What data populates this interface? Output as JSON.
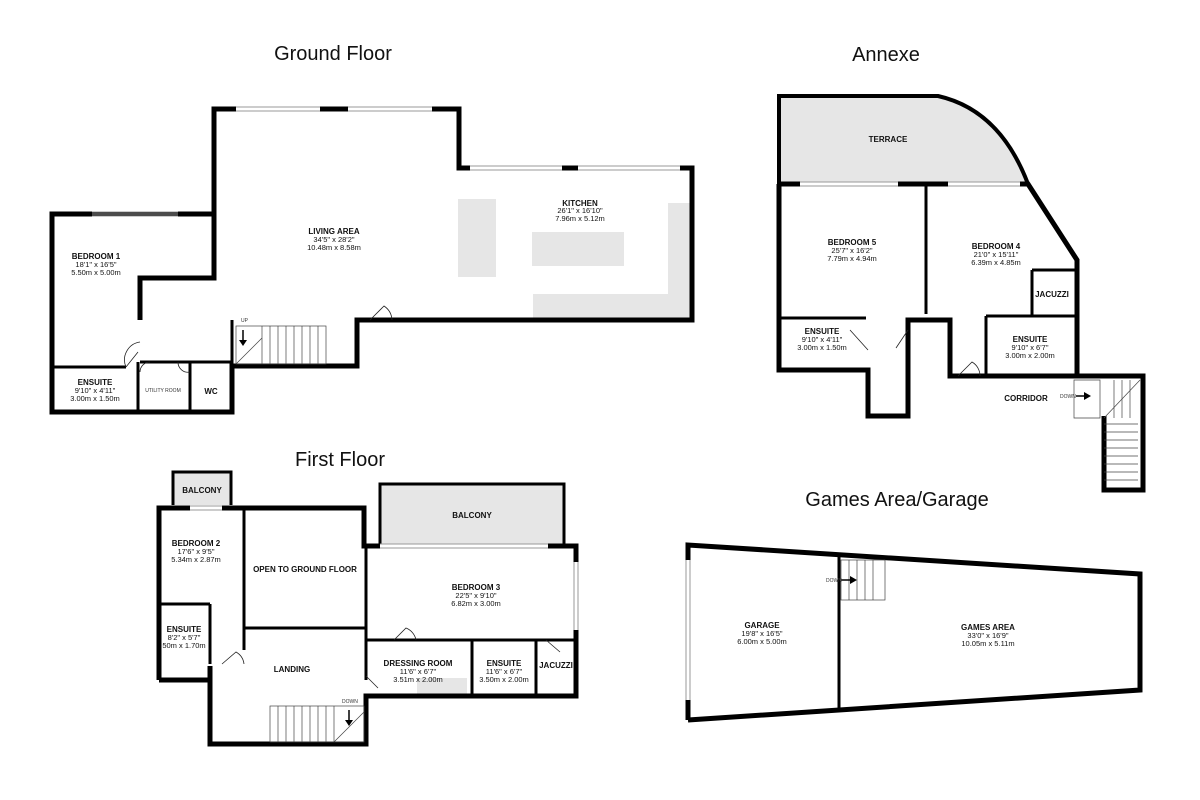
{
  "sections": {
    "ground": "Ground Floor",
    "annexe": "Annexe",
    "first": "First Floor",
    "games": "Games Area/Garage"
  },
  "rooms": {
    "bedroom1": {
      "name": "BEDROOM 1",
      "imperial": "18'1\"  x 16'5\"",
      "metric": "5.50m  x 5.00m"
    },
    "living": {
      "name": "LIVING AREA",
      "imperial": "34'5\"  x 28'2\"",
      "metric": "10.48m  x 8.58m"
    },
    "kitchen": {
      "name": "KITCHEN",
      "imperial": "26'1\"  x 16'10\"",
      "metric": "7.96m  x 5.12m"
    },
    "ensuite_g": {
      "name": "ENSUITE",
      "imperial": "9'10\"  x 4'11\"",
      "metric": "3.00m  x 1.50m"
    },
    "utility": {
      "name": "UTILITY ROOM"
    },
    "wc": {
      "name": "WC"
    },
    "terrace": {
      "name": "TERRACE"
    },
    "bedroom5": {
      "name": "BEDROOM 5",
      "imperial": "25'7\"  x 16'2\"",
      "metric": "7.79m  x 4.94m"
    },
    "bedroom4": {
      "name": "BEDROOM 4",
      "imperial": "21'0\"  x 15'11\"",
      "metric": "6.39m  x 4.85m"
    },
    "jacuzzi_a": {
      "name": "JACUZZI"
    },
    "ensuite_a1": {
      "name": "ENSUITE",
      "imperial": "9'10\"  x 4'11\"",
      "metric": "3.00m  x 1.50m"
    },
    "ensuite_a2": {
      "name": "ENSUITE",
      "imperial": "9'10\"  x 6'7\"",
      "metric": "3.00m  x 2.00m"
    },
    "corridor": {
      "name": "CORRIDOR"
    },
    "balcony_small": {
      "name": "BALCONY"
    },
    "balcony_large": {
      "name": "BALCONY"
    },
    "bedroom2": {
      "name": "BEDROOM 2",
      "imperial": "17'6\"  x 9'5\"",
      "metric": "5.34m  x 2.87m"
    },
    "open": {
      "name": "OPEN TO GROUND FLOOR"
    },
    "bedroom3": {
      "name": "BEDROOM 3",
      "imperial": "22'5\"  x 9'10\"",
      "metric": "6.82m  x 3.00m"
    },
    "ensuite_f1": {
      "name": "ENSUITE",
      "imperial": "8'2\"  x 5'7\"",
      "metric": "50m  x 1.70m"
    },
    "landing": {
      "name": "LANDING"
    },
    "dressing": {
      "name": "DRESSING ROOM",
      "imperial": "11'6\"  x 6'7\"",
      "metric": "3.51m  x 2.00m"
    },
    "ensuite_f2": {
      "name": "ENSUITE",
      "imperial": "11'6\"  x 6'7\"",
      "metric": "3.50m  x 2.00m"
    },
    "jacuzzi_f": {
      "name": "JACUZZI"
    },
    "garage": {
      "name": "GARAGE",
      "imperial": "19'8\"  x 16'5\"",
      "metric": "6.00m  x 5.00m"
    },
    "games": {
      "name": "GAMES AREA",
      "imperial": "33'0\"  x 16'9\"",
      "metric": "10.05m  x 5.11m"
    }
  },
  "stairs": {
    "up": "UP",
    "down": "DOWN"
  }
}
